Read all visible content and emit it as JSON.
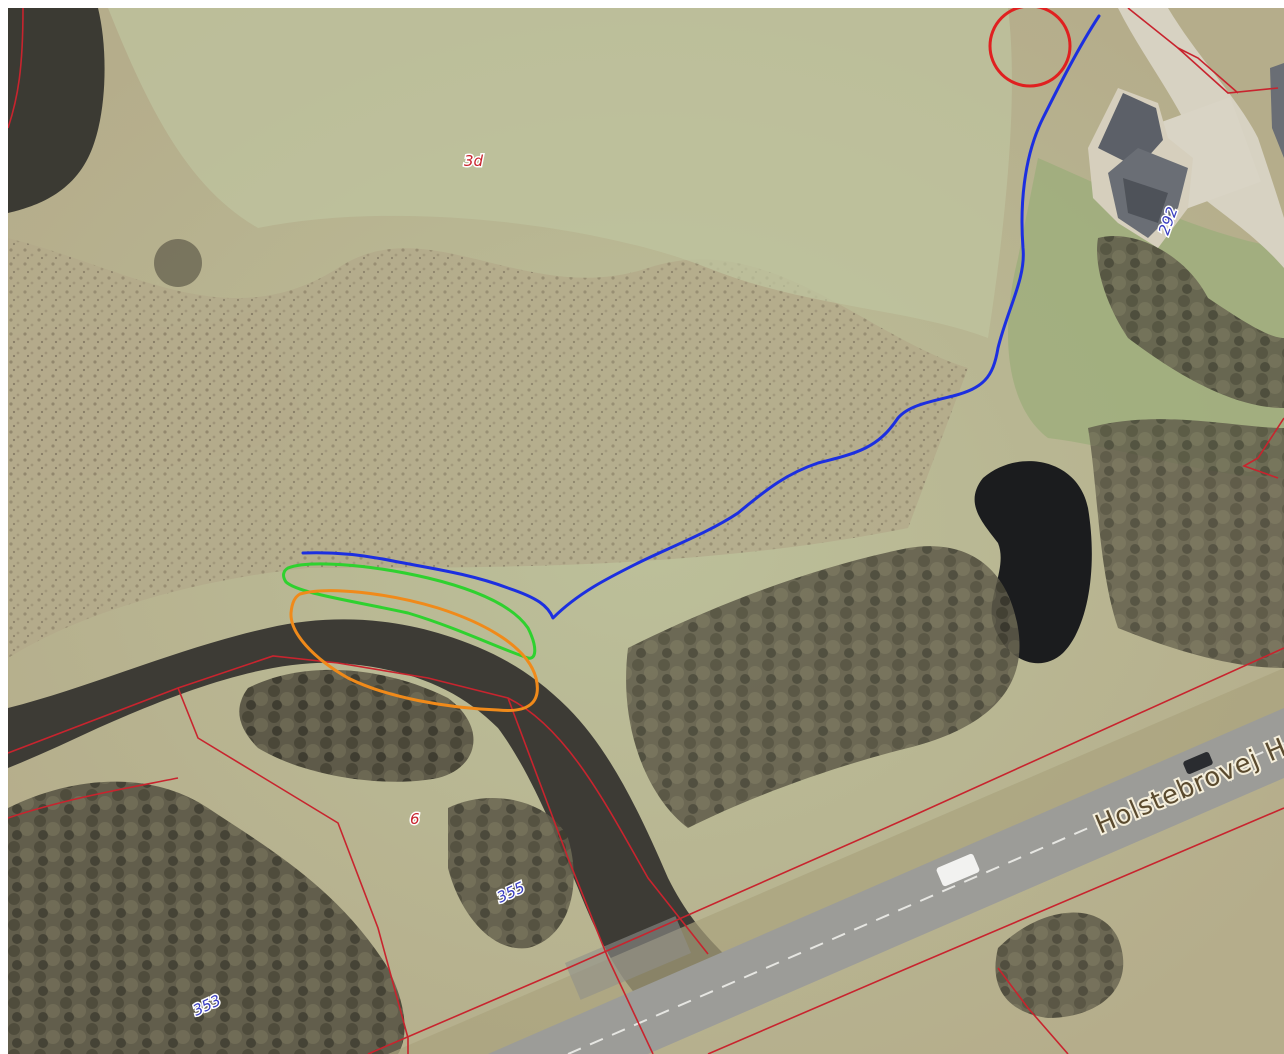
{
  "map": {
    "road_label": "Holstebrovej H",
    "parcels": [
      {
        "id": "parcel-3d",
        "label": "3d",
        "color": "#c8242e"
      },
      {
        "id": "parcel-6",
        "label": "6",
        "color": "#c8242e"
      },
      {
        "id": "parcel-292",
        "label": "292",
        "color": "#3a3ec0"
      },
      {
        "id": "parcel-355",
        "label": "355",
        "color": "#3a3ec0"
      },
      {
        "id": "parcel-353",
        "label": "353",
        "color": "#3a3ec0"
      }
    ],
    "annotations": [
      {
        "id": "blue-line",
        "color": "#1c2fe0"
      },
      {
        "id": "green-outline",
        "color": "#2fd12f"
      },
      {
        "id": "orange-outline",
        "color": "#f08a1a"
      },
      {
        "id": "red-circle",
        "color": "#e02020"
      }
    ],
    "colors": {
      "boundary": "#c8242e",
      "water": "#3b3a33",
      "field": "#b9b490",
      "road": "#9c9c98"
    }
  }
}
